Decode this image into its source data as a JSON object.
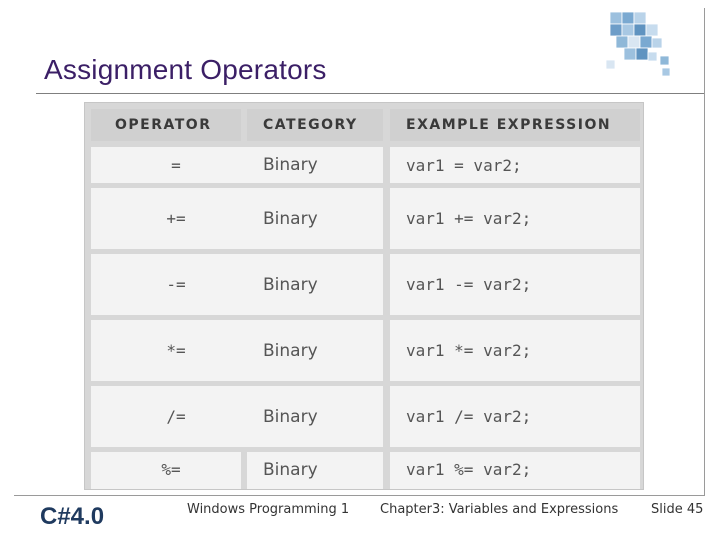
{
  "slide": {
    "title": "Assignment Operators"
  },
  "table": {
    "headers": [
      "OPERATOR",
      "CATEGORY",
      "EXAMPLE EXPRESSION"
    ],
    "rows": [
      {
        "operator": "=",
        "category": "Binary",
        "example": "var1 = var2;"
      },
      {
        "operator": "+=",
        "category": "Binary",
        "example": "var1 += var2;"
      },
      {
        "operator": "-=",
        "category": "Binary",
        "example": "var1 -= var2;"
      },
      {
        "operator": "*=",
        "category": "Binary",
        "example": "var1 *= var2;"
      },
      {
        "operator": "/=",
        "category": "Binary",
        "example": "var1 /= var2;"
      },
      {
        "operator": "%=",
        "category": "Binary",
        "example": "var1 %= var2;"
      }
    ]
  },
  "footer": {
    "brand": "C#4.0",
    "course": "Windows Programming 1",
    "chapter": "Chapter3: Variables and Expressions",
    "slide_number": "Slide 45"
  },
  "logo": {
    "icon": "cube-stack-icon",
    "colors": [
      "#8fb8d8",
      "#5f93c0",
      "#d9e6f2"
    ]
  }
}
